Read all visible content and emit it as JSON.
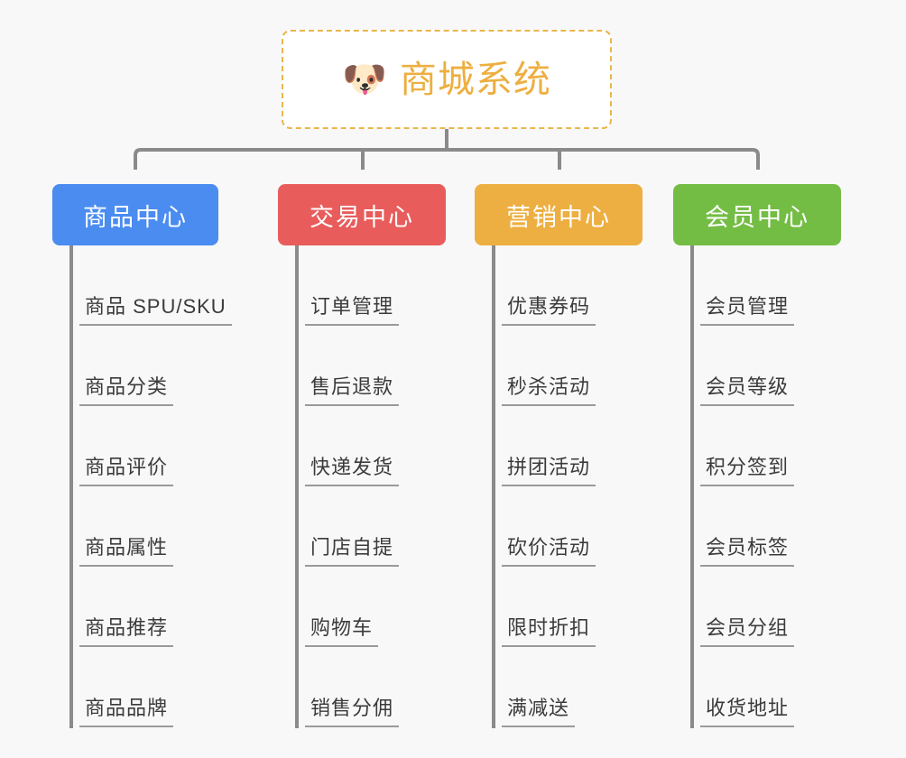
{
  "theme": {
    "background": "#f8f8f8",
    "root_border": "#eab64c",
    "root_text": "#edaf41",
    "leaf_text": "#3b3b3b",
    "leaf_rule": "#9a9a9a",
    "connector": "#8a8a8a"
  },
  "root": {
    "icon": "dog-face-icon",
    "emoji": "🐶",
    "title": "商城系统"
  },
  "categories": [
    {
      "label": "商品中心",
      "color": "#4a8cf0",
      "items": [
        "商品 SPU/SKU",
        "商品分类",
        "商品评价",
        "商品属性",
        "商品推荐",
        "商品品牌"
      ]
    },
    {
      "label": "交易中心",
      "color": "#e85c5c",
      "items": [
        "订单管理",
        "售后退款",
        "快递发货",
        "门店自提",
        "购物车",
        "销售分佣"
      ]
    },
    {
      "label": "营销中心",
      "color": "#edaf41",
      "items": [
        "优惠券码",
        "秒杀活动",
        "拼团活动",
        "砍价活动",
        "限时折扣",
        "满减送"
      ]
    },
    {
      "label": "会员中心",
      "color": "#74bd45",
      "items": [
        "会员管理",
        "会员等级",
        "积分签到",
        "会员标签",
        "会员分组",
        "收货地址"
      ]
    }
  ]
}
